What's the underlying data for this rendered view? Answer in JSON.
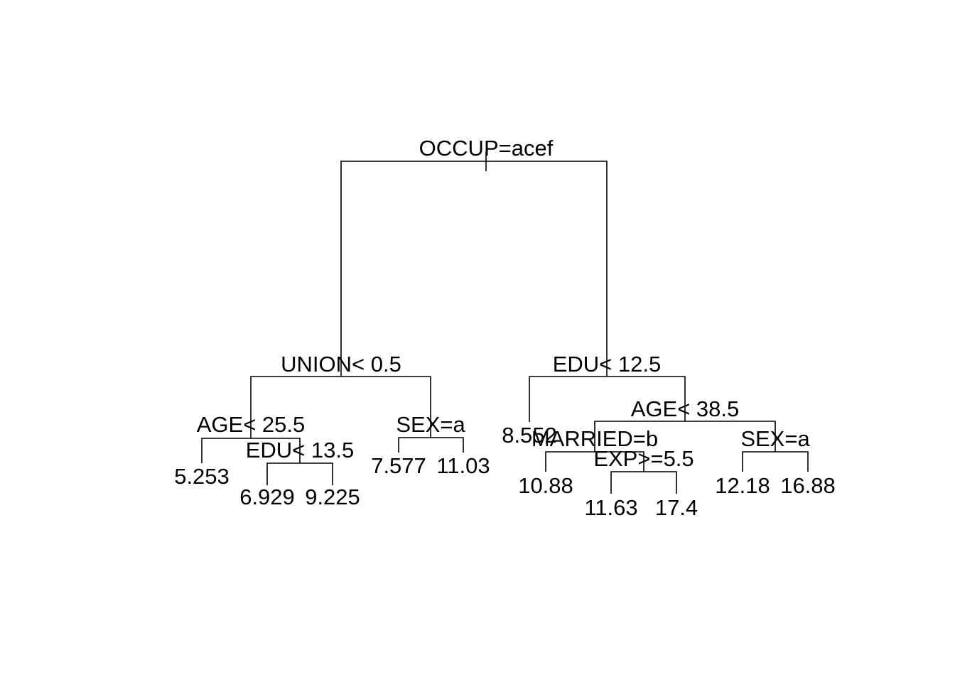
{
  "tree": {
    "root": {
      "split": "OCCUP=acef",
      "left": {
        "split": "UNION< 0.5",
        "left": {
          "split": "AGE< 25.5",
          "left": {
            "leaf": "5.253"
          },
          "right": {
            "split": "EDU< 13.5",
            "left": {
              "leaf": "6.929"
            },
            "right": {
              "leaf": "9.225"
            }
          }
        },
        "right": {
          "split": "SEX=a",
          "left": {
            "leaf": "7.577"
          },
          "right": {
            "leaf": "11.03"
          }
        }
      },
      "right": {
        "split": "EDU< 12.5",
        "left": {
          "leaf": "8.552"
        },
        "right": {
          "split": "AGE< 38.5",
          "left": {
            "split": "MARRIED=b",
            "left": {
              "leaf": "10.88"
            },
            "right": {
              "split": "EXP>=5.5",
              "left": {
                "leaf": "11.63"
              },
              "right": {
                "leaf": "17.4"
              }
            }
          },
          "right": {
            "split": "SEX=a",
            "left": {
              "leaf": "12.18"
            },
            "right": {
              "leaf": "16.88"
            }
          }
        }
      }
    }
  }
}
